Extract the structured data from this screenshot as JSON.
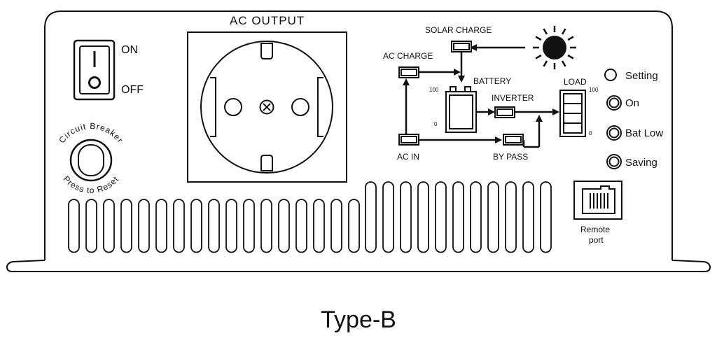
{
  "switch": {
    "on_label": "ON",
    "off_label": "OFF"
  },
  "breaker": {
    "top_text": "Circuit Breaker",
    "bottom_text": "Press to Reset"
  },
  "ac_output": {
    "title": "AC OUTPUT"
  },
  "flow": {
    "solar_charge": "SOLAR CHARGE",
    "ac_charge": "AC CHARGE",
    "battery": "BATTERY",
    "battery_max": "100",
    "battery_min": "0",
    "inverter": "INVERTER",
    "load": "LOAD",
    "load_max": "100",
    "load_min": "0",
    "ac_in": "AC IN",
    "by_pass": "BY PASS"
  },
  "indicators": [
    {
      "label": "Setting"
    },
    {
      "label": "On"
    },
    {
      "label": "Bat Low"
    },
    {
      "label": "Saving"
    }
  ],
  "remote_port": {
    "line1": "Remote",
    "line2": "port"
  },
  "caption": "Type-B"
}
